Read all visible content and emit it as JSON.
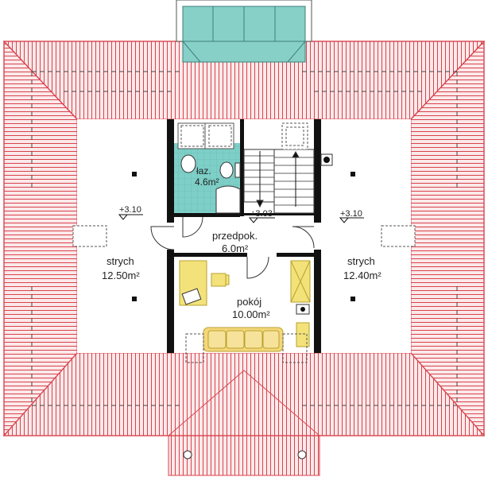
{
  "rooms": {
    "bathroom": {
      "name": "łaz.",
      "area": "4.6m²"
    },
    "hall": {
      "name": "przedpok.",
      "area": "6.0m²"
    },
    "room": {
      "name": "pokój",
      "area": "10.00m²"
    },
    "attic_left": {
      "name": "strych",
      "area": "12.50m²"
    },
    "attic_right": {
      "name": "strych",
      "area": "12.40m²"
    }
  },
  "levels": {
    "left": "+3.10",
    "center": "+3.03",
    "right": "+3.10"
  },
  "colors": {
    "roof_stroke": "#d9434d",
    "roof_fill": "#fbe9ea",
    "skylight": "#86d0c8",
    "bathroom_tile": "#7ecfc7",
    "wall": "#111111",
    "furniture": "#f3e27a",
    "furniture_stroke": "#b9a12c",
    "sofa": "#f5d77a"
  },
  "icons": [
    "stair-arrow-icon",
    "chimney-icon",
    "roof-vent-icon"
  ]
}
